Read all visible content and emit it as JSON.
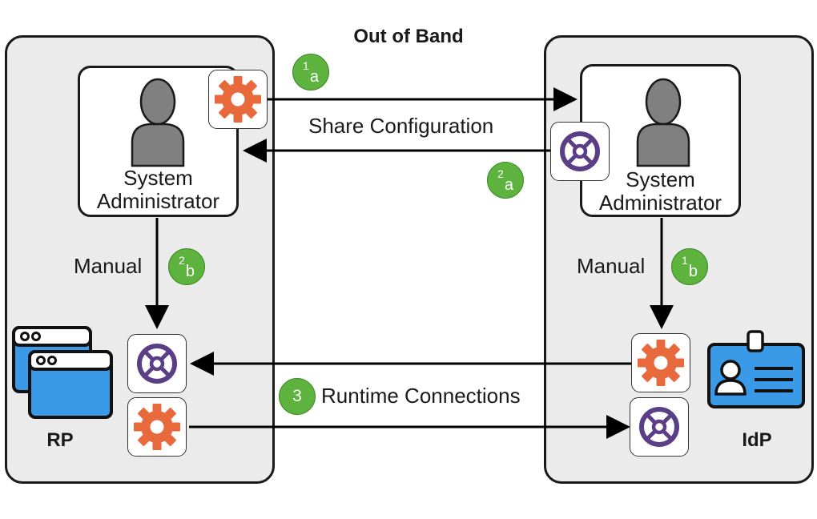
{
  "title": "Out of Band",
  "rp": {
    "label": "RP",
    "admin_label_line1": "System",
    "admin_label_line2": "Administrator",
    "manual_label": "Manual"
  },
  "idp": {
    "label": "IdP",
    "admin_label_line1": "System",
    "admin_label_line2": "Administrator",
    "manual_label": "Manual"
  },
  "share_configuration_label": "Share Configuration",
  "runtime_connections_label": "Runtime Connections",
  "badges": {
    "b1a": {
      "num": "1",
      "sub": "a"
    },
    "b2a": {
      "num": "2",
      "sub": "a"
    },
    "b2b": {
      "num": "2",
      "sub": "b"
    },
    "b1b": {
      "num": "1",
      "sub": "b"
    },
    "b3": {
      "num": "3"
    }
  },
  "colors": {
    "gear": "#e8693c",
    "wheel": "#5b3f86",
    "badge": "#5db33e",
    "window": "#3b9ae8",
    "card": "#3b9ae8",
    "person": "#808080"
  },
  "icons": {
    "gear": "gear-icon",
    "wheel": "wheel-icon",
    "person": "person-icon",
    "windows": "browser-windows-icon",
    "id_card": "id-card-icon"
  }
}
